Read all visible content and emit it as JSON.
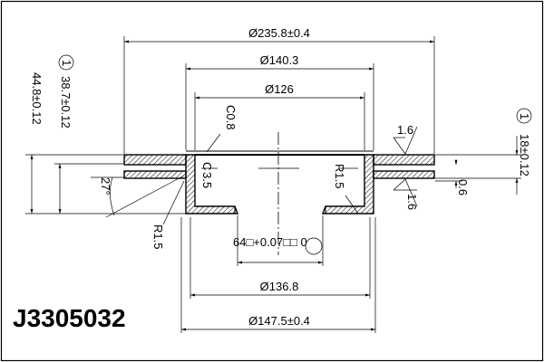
{
  "part_number": "J3305032",
  "dimensions": {
    "outer_diameter": "Ø235.8±0.4",
    "hat_outer_diameter": "Ø140.3",
    "pilot_diameter": "Ø126",
    "chamfer": "C0.8",
    "total_height": "44.8±0.12",
    "hat_height": "38.7±0.12",
    "disc_thickness": "18±0.12",
    "friction_angle": "27°",
    "radius_inner": "R1.5",
    "radius_outer": "R1.5",
    "wall_thickness": "3.5",
    "center_hole": "64□+0.07□□ 0",
    "hat_inner_diameter": "Ø136.8",
    "hat_outside_diameter": "Ø147.5±0.4",
    "roughness_top": "1.6",
    "roughness_bottom": "1.6",
    "runout": "0.6",
    "datum_marker_1": "1",
    "datum_marker_2": "1"
  }
}
